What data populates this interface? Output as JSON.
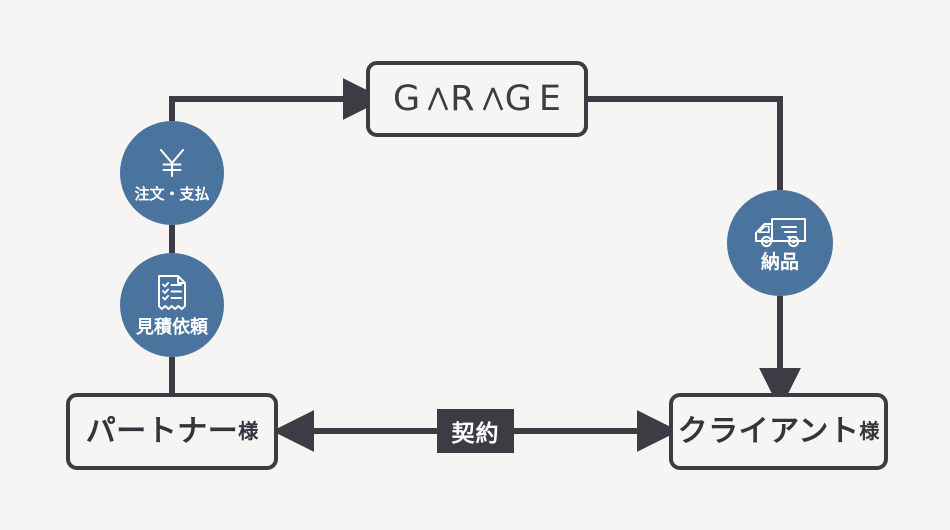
{
  "diagram": {
    "title": "GARAGE service flow",
    "background_color": "#f6f5f3",
    "line_color": "#3b3c44",
    "circle_color": "#4a739e",
    "text_color": "#33343c"
  },
  "hub": {
    "wordmark": "GARAGE"
  },
  "actors": {
    "partner": {
      "name": "パートナー",
      "honorific": "様"
    },
    "client": {
      "name": "クライアント",
      "honorific": "様"
    }
  },
  "steps": [
    {
      "id": "payment",
      "label": "注文・支払",
      "icon": "yen-icon"
    },
    {
      "id": "quote",
      "label": "見積依頼",
      "icon": "quote-document-icon"
    },
    {
      "id": "delivery",
      "label": "納品",
      "icon": "delivery-truck-icon"
    }
  ],
  "relations": {
    "contract": {
      "label": "契約"
    }
  }
}
